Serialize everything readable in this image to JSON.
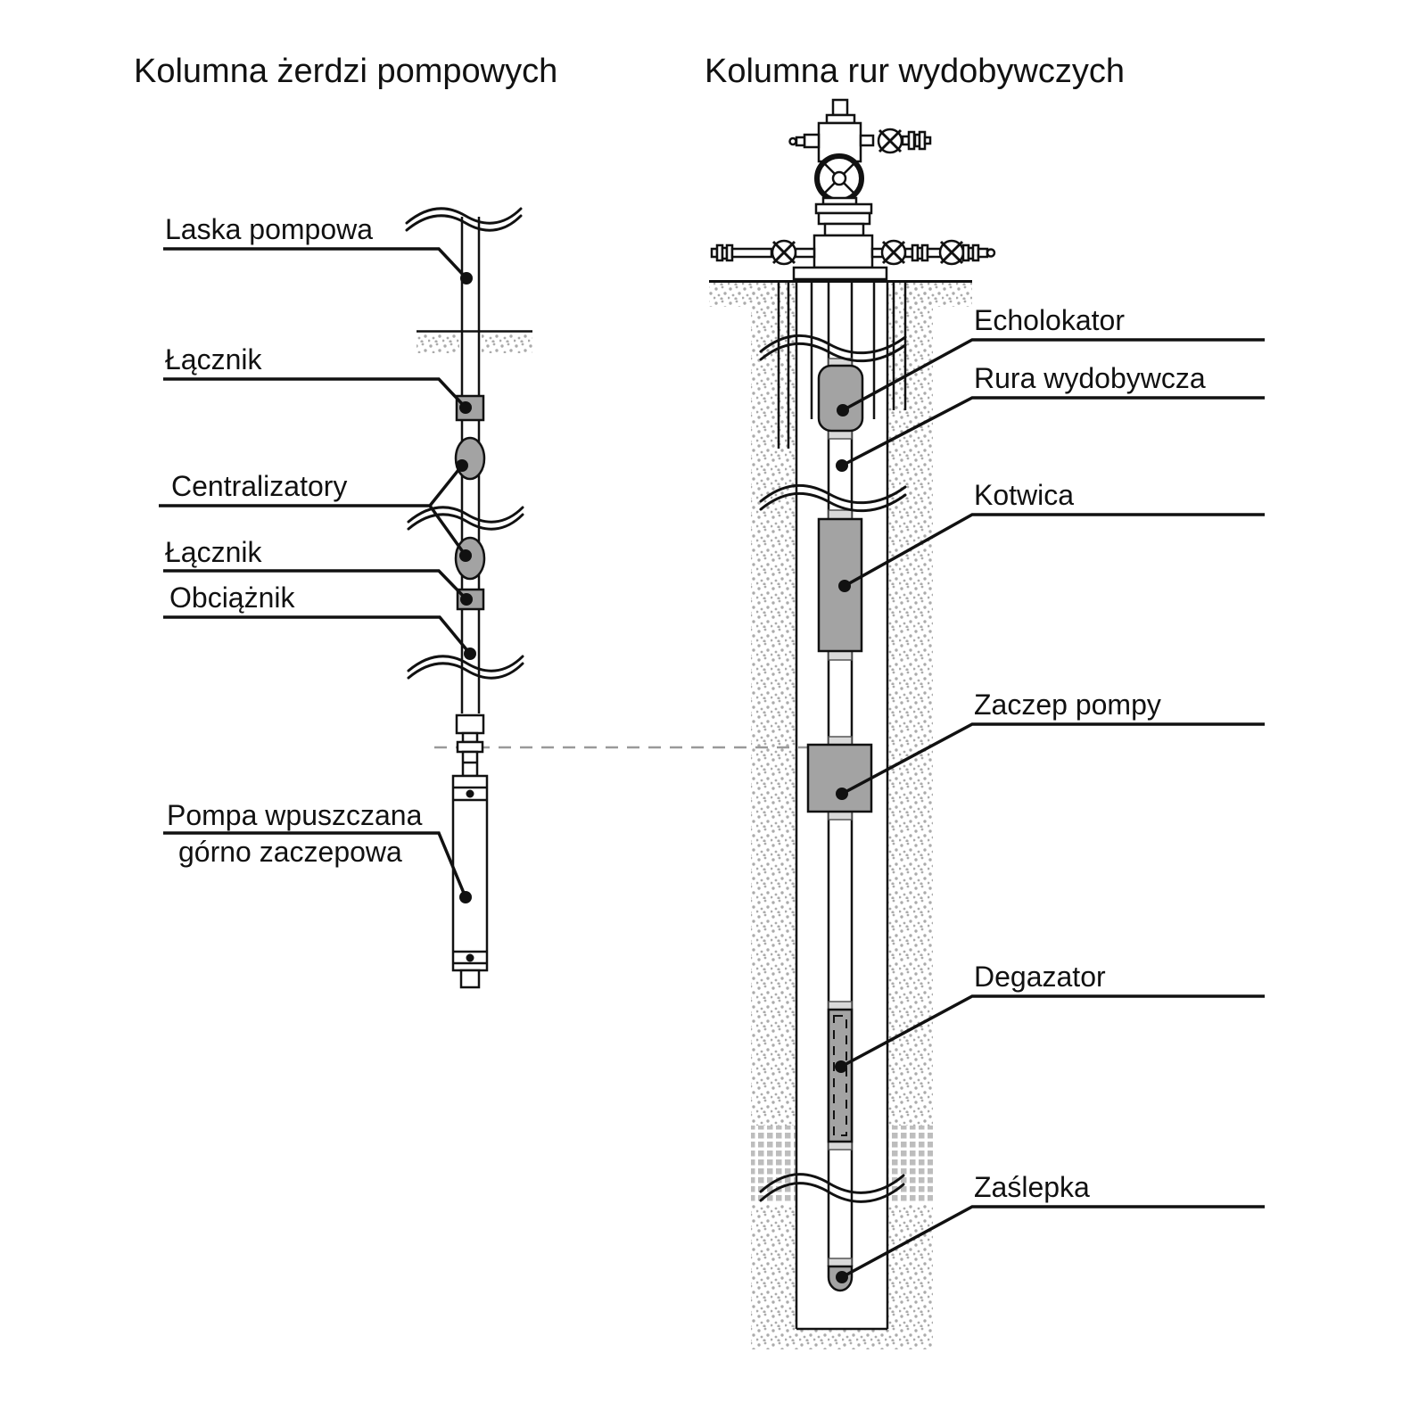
{
  "diagram": {
    "title_left": "Kolumna żerdzi pompowych",
    "title_right": "Kolumna rur wydobywczych",
    "left_labels": [
      "Laska pompowa",
      "Łącznik",
      "Centralizatory",
      "Łącznik",
      "Obciążnik"
    ],
    "pump_label_line1": "Pompa wpuszczana",
    "pump_label_line2": "górno zaczepowa",
    "right_labels": [
      "Echolokator",
      "Rura wydobywcza",
      "Kotwica",
      "Zaczep pompy",
      "Degazator",
      "Zaślepka"
    ]
  },
  "colors": {
    "ink": "#111111",
    "component_fill": "#a3a3a3",
    "cap_fill": "#d9d9d9",
    "stipple_dot": "#ababab",
    "checker_fill": "#bdbdbd",
    "dashed_line": "#999999",
    "background": "#ffffff"
  }
}
